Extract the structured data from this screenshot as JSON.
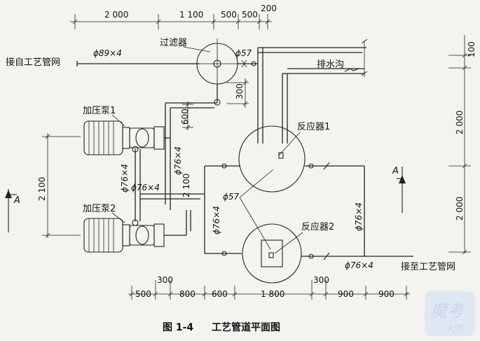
{
  "dims": {
    "top": [
      "2 000",
      "1 100",
      "500",
      "500",
      "200"
    ],
    "bottom": [
      "500",
      "300",
      "800",
      "600",
      "1 800",
      "300",
      "900",
      "900"
    ],
    "right": [
      "100",
      "2 000",
      "2 000"
    ],
    "left": "2 100",
    "vert_300": "300",
    "vert_600": "600",
    "vert_2100": "2 100"
  },
  "labels": {
    "filter": "过滤器",
    "inlet": "接自工艺管网",
    "outlet": "接至工艺管网",
    "drain": "排水沟",
    "pump1": "加压泵1",
    "pump2": "加压泵2",
    "reactor1": "反应器1",
    "reactor2": "反应器2",
    "section_a": "A"
  },
  "pipes": {
    "d89": "ϕ89×4",
    "d57": "ϕ57",
    "d76": "ϕ76×4"
  },
  "caption": {
    "figure": "图 1-4",
    "title": "工艺管道平面图"
  },
  "watermark": {
    "main": "魔考",
    "sub": "大师"
  }
}
